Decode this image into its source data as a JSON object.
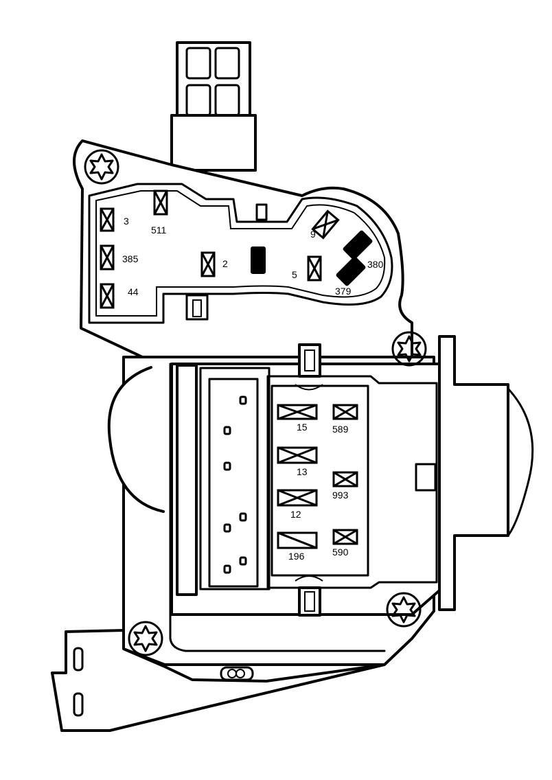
{
  "colors": {
    "line": "#000000",
    "background": "#ffffff"
  },
  "upper_connector": {
    "cavities": [
      {
        "id": "3",
        "label": "3"
      },
      {
        "id": "511",
        "label": "511"
      },
      {
        "id": "385",
        "label": "385"
      },
      {
        "id": "44",
        "label": "44"
      },
      {
        "id": "2",
        "label": "2"
      },
      {
        "id": "9",
        "label": "9"
      },
      {
        "id": "5",
        "label": "5"
      },
      {
        "id": "380",
        "label": "380"
      },
      {
        "id": "379",
        "label": "379"
      }
    ]
  },
  "lower_connector": {
    "cavities": [
      {
        "id": "15",
        "label": "15"
      },
      {
        "id": "589",
        "label": "589"
      },
      {
        "id": "13",
        "label": "13"
      },
      {
        "id": "993",
        "label": "993"
      },
      {
        "id": "12",
        "label": "12"
      },
      {
        "id": "196",
        "label": "196"
      },
      {
        "id": "590",
        "label": "590"
      }
    ]
  },
  "icons": [
    "torx-screw-icon",
    "terminal-cavity-icon",
    "plugged-cavity-icon"
  ]
}
